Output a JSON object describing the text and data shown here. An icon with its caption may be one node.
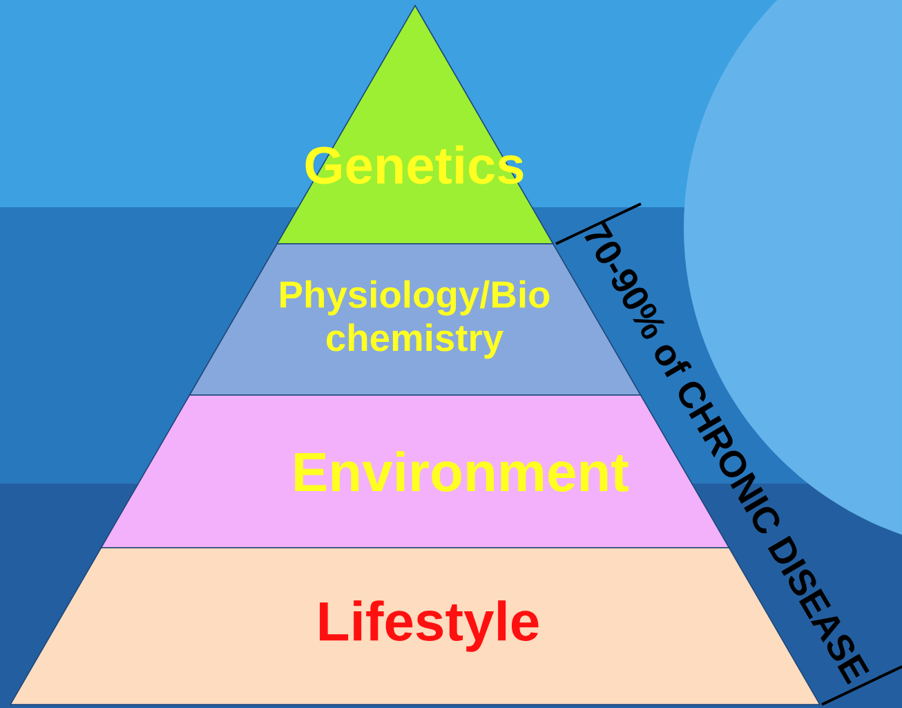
{
  "diagram": {
    "nodes": [
      {
        "text": [
          "Genetics"
        ]
      },
      {
        "text": [
          "Physiology/Bio chemistry"
        ]
      },
      {
        "text": [
          "Environment"
        ]
      },
      {
        "text": [
          "Lifestyle"
        ]
      }
    ],
    "labels": [
      "70-90% of CHRONIC DISEASE"
    ]
  }
}
